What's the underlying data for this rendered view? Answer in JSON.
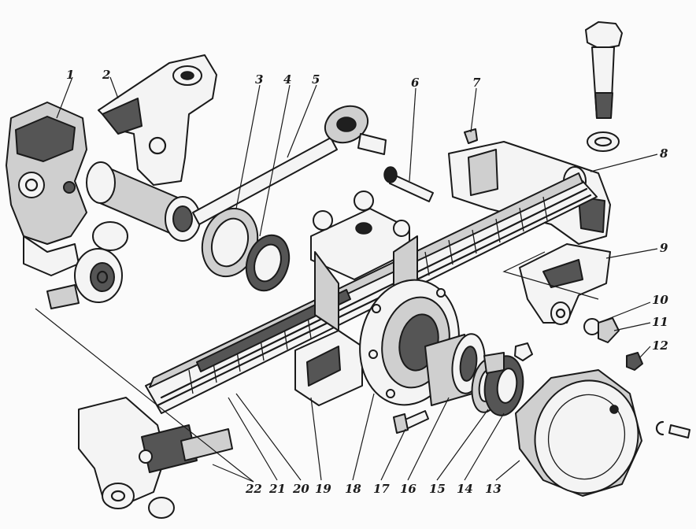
{
  "labels": {
    "l1": "1",
    "l2": "2",
    "l3": "3",
    "l4": "4",
    "l5": "5",
    "l6": "6",
    "l7": "7",
    "l8": "8",
    "l9": "9",
    "l10": "10",
    "l11": "11",
    "l12": "12",
    "l13": "13",
    "l14": "14",
    "l15": "15",
    "l16": "16",
    "l17": "17",
    "l18": "18",
    "l19": "19",
    "l20": "20",
    "l21": "21",
    "l22": "22"
  },
  "colors": {
    "ink": "#1a1a1a",
    "paper": "#fbfbfb"
  }
}
